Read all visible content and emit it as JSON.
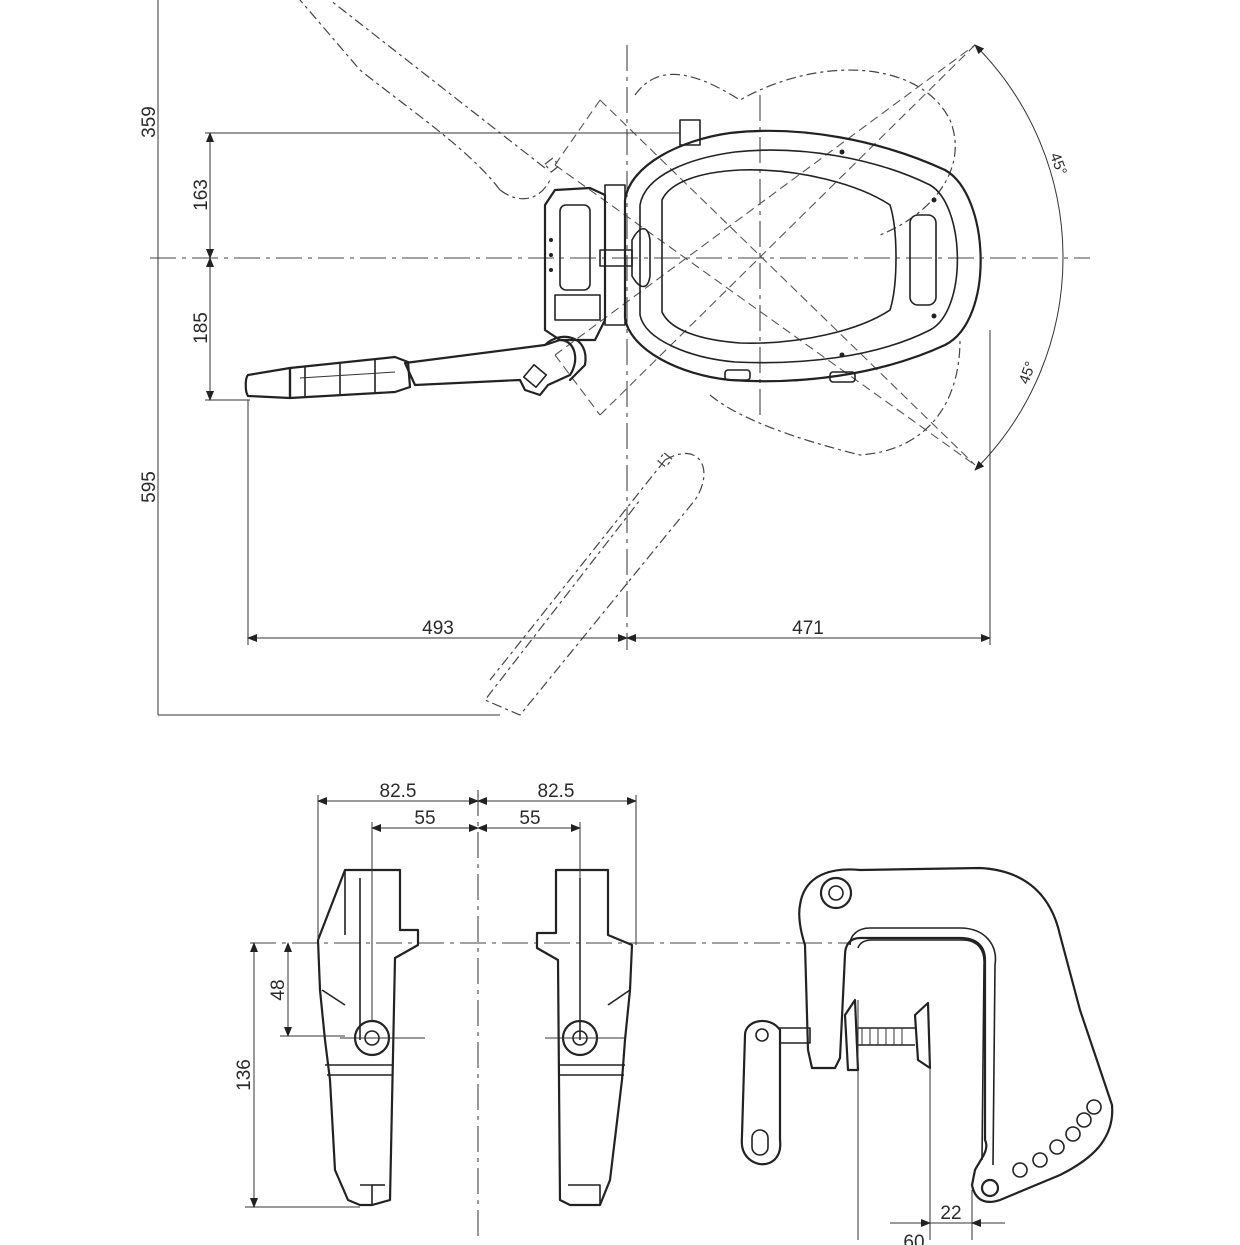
{
  "top_view": {
    "dims": {
      "d359": "359",
      "d163": "163",
      "d185": "185",
      "d595": "595",
      "d493": "493",
      "d471": "471"
    },
    "angles": {
      "upper": "45°",
      "lower": "45°"
    }
  },
  "bracket_views": {
    "dims": {
      "d82_5_left": "82.5",
      "d82_5_right": "82.5",
      "d55_left": "55",
      "d55_right": "55",
      "d48": "48",
      "d136": "136"
    }
  },
  "clamp_view": {
    "dims": {
      "d22": "22",
      "d60": "60"
    }
  },
  "colors": {
    "line": "#222222",
    "background": "#ffffff"
  }
}
